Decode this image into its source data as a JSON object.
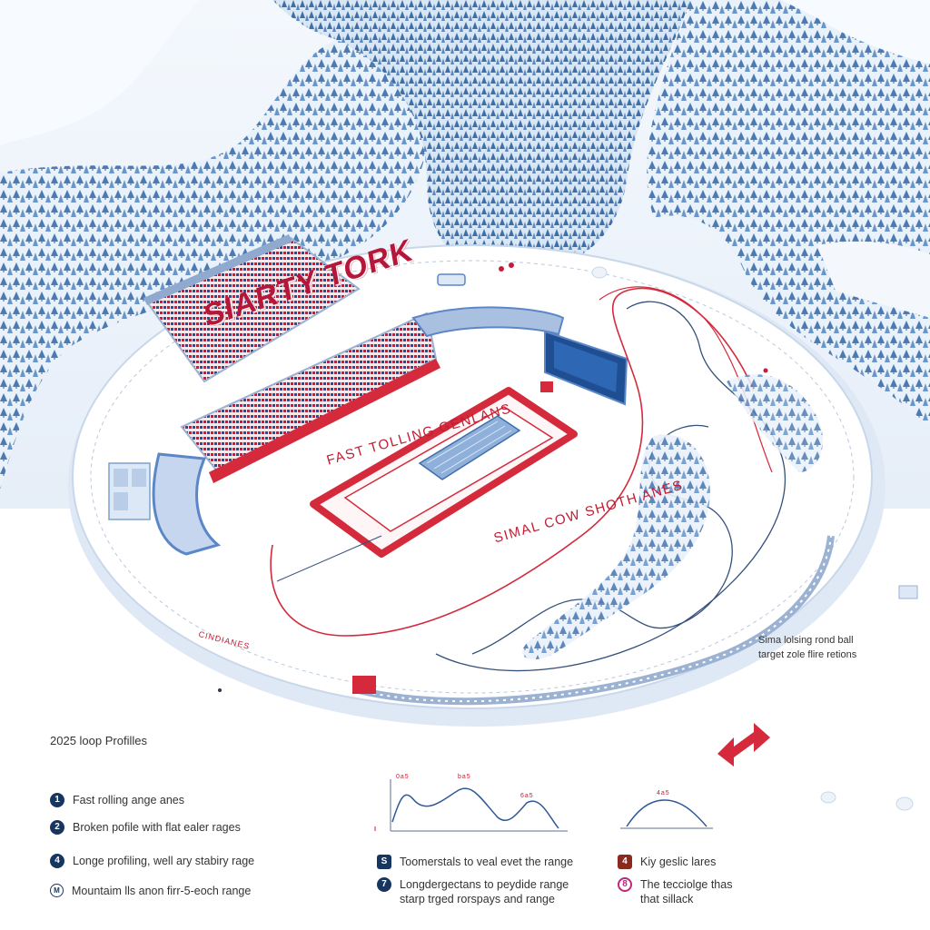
{
  "stadium": {
    "title": "SIARTY TORK"
  },
  "course_labels": {
    "fast_rolling": "FAST TOLLING GENLANS",
    "sinal_cow": "SIMAL COW SHOTH ANES",
    "small": "CINDIANES"
  },
  "side_note": {
    "line1": "Sima lolsing rond ball",
    "line2": "target zole flire retions"
  },
  "legend": {
    "title": "2025 loop Profilles",
    "left_items": [
      {
        "badge": "1",
        "text": "Fast rolling ange anes"
      },
      {
        "badge": "2",
        "text": "Broken pofile with flat ealer rages"
      },
      {
        "badge": "4",
        "text": "Longe profiling, well ary stabiry rage"
      },
      {
        "badge": "M",
        "text": "Mountaim lls anon firr-5-eoch range"
      }
    ],
    "mid_items": [
      {
        "badge": "S",
        "text": "Toomerstals to veal evet the range"
      },
      {
        "badge": "7",
        "line1": "Longdergectans to peydide range",
        "line2": "starp trged rorspays and range"
      }
    ],
    "right_items": [
      {
        "badge": "4",
        "text": "Kiy geslic lares"
      },
      {
        "badge": "8",
        "line1": "The tecciolge thas",
        "line2": "that sillack"
      }
    ]
  },
  "profile_charts": {
    "chart1": {
      "peak_labels": [
        "0a5",
        "ba5",
        "6a5"
      ]
    },
    "chart2": {
      "peak_labels": [
        "4a5"
      ]
    }
  },
  "colors": {
    "snow": "#eef4fb",
    "forest": "#4f7fb8",
    "track_red": "#d42a3c",
    "stand_blue": "#5b86c8",
    "navy": "#17365f"
  }
}
